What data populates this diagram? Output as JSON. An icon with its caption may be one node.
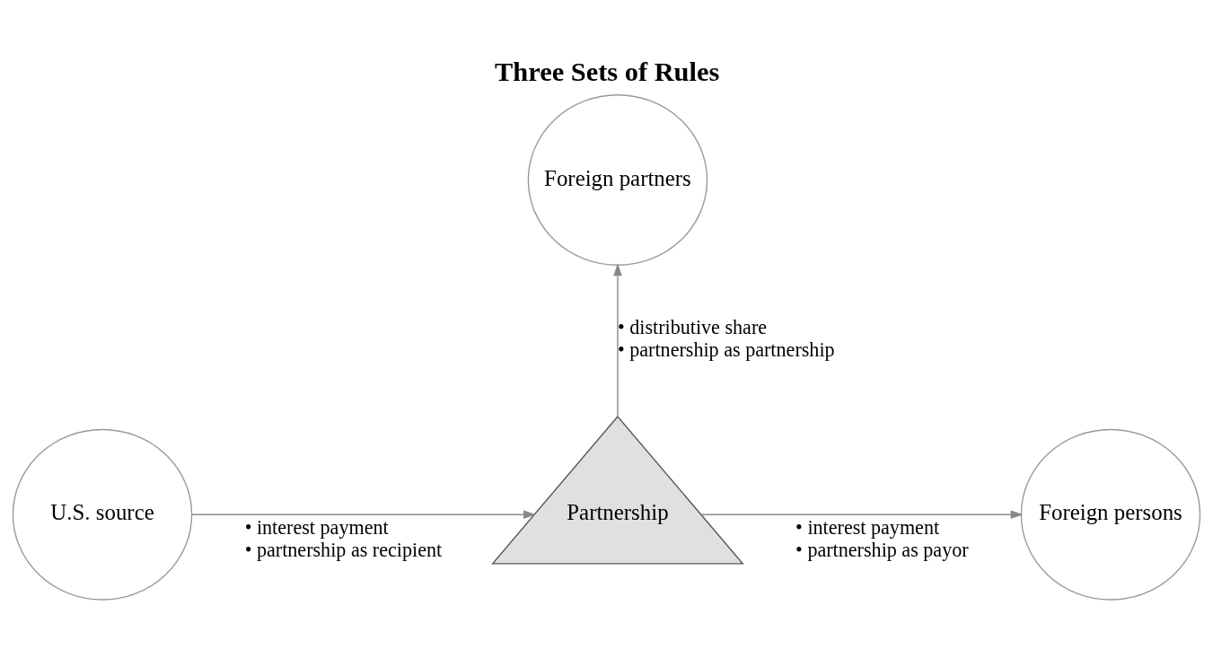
{
  "diagram": {
    "title": "Three Sets of Rules",
    "nodes": [
      {
        "text": [
          "Foreign partners"
        ]
      },
      {
        "text": [
          "U.S. source"
        ]
      },
      {
        "text": [
          "Partnership"
        ]
      },
      {
        "text": [
          "Foreign persons"
        ]
      }
    ],
    "edges": [
      {
        "from": 1,
        "to": 2,
        "arrow": "to",
        "label": "• interest payment • partnership as recipient"
      },
      {
        "from": 2,
        "to": 3,
        "arrow": "to",
        "label": "• interest payment • partnership as payor"
      },
      {
        "from": 2,
        "to": 0,
        "arrow": "to",
        "label": "• distributive share • partnership as partnership"
      }
    ]
  }
}
